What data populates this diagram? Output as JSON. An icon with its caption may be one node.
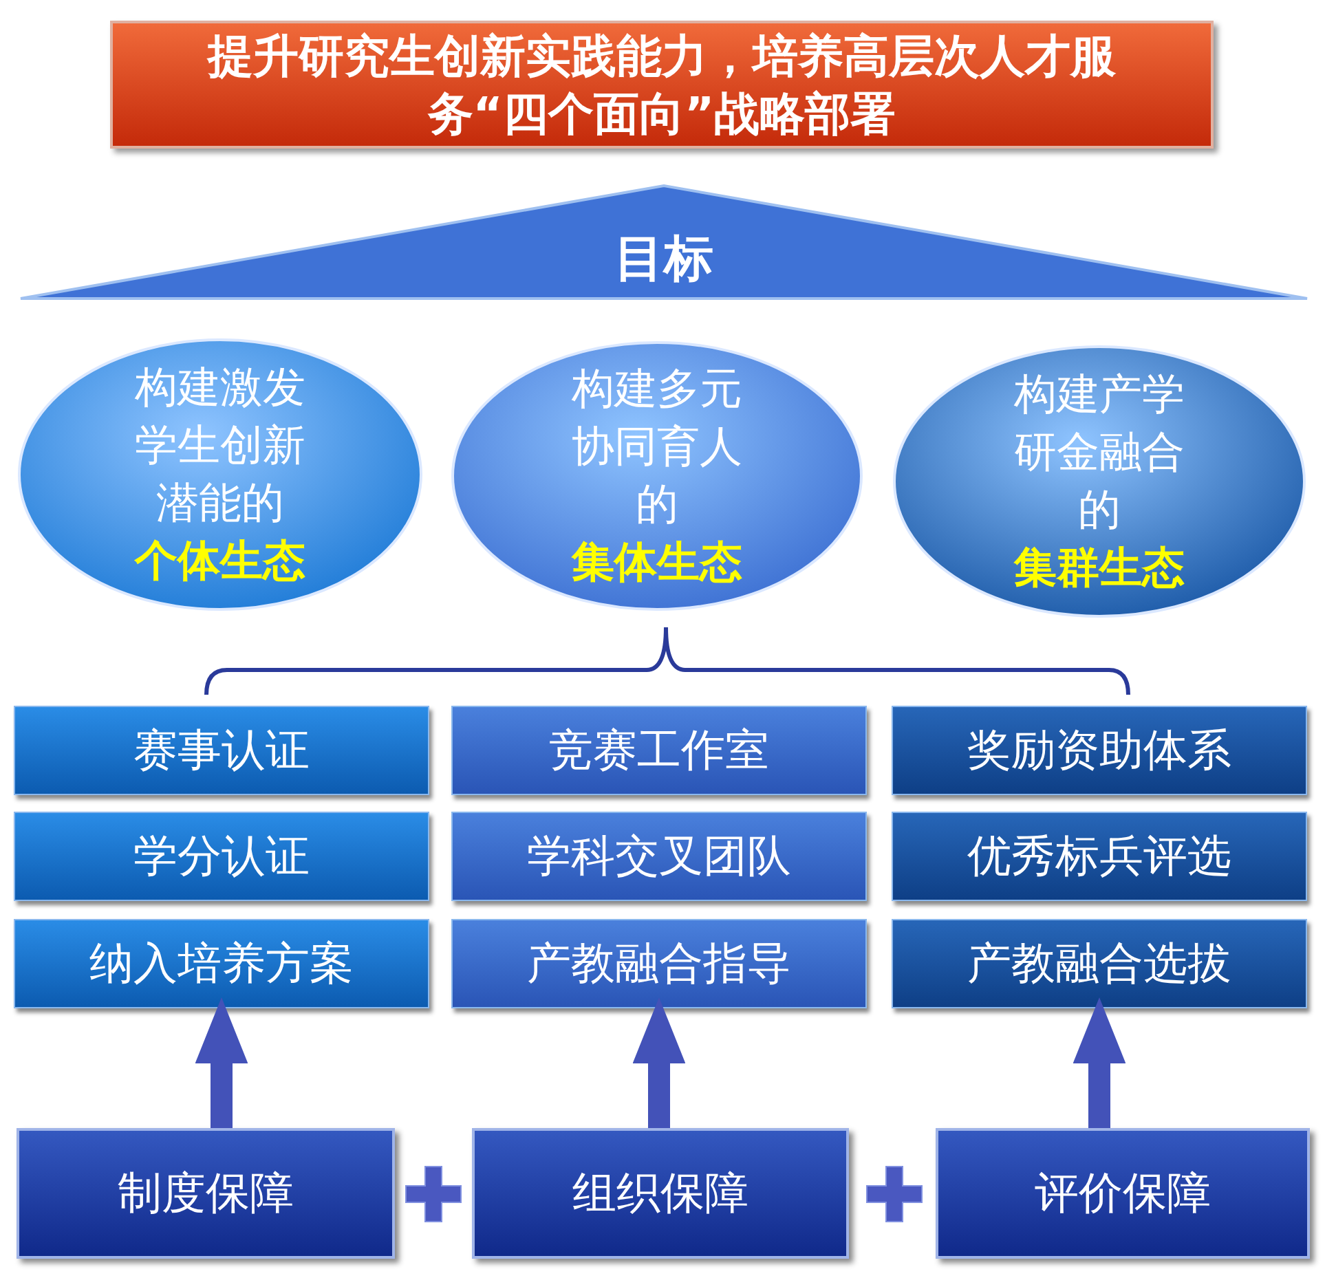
{
  "diagram": {
    "nodes": [
      {
        "text": [
          "提升研究生创新实践能力，培养高层次人才服务“四个面向”战略部署"
        ]
      },
      {
        "text": [
          "目标"
        ]
      },
      {
        "text": [
          "构建激发学生创新潜能的",
          "个体生态"
        ]
      },
      {
        "text": [
          "构建多元协同育人的",
          "集体生态"
        ]
      },
      {
        "text": [
          "构建产学研金融合的",
          "集群生态"
        ]
      },
      {
        "text": [
          "赛事认证"
        ]
      },
      {
        "text": [
          "竞赛工作室"
        ]
      },
      {
        "text": [
          "奖励资助体系"
        ]
      },
      {
        "text": [
          "学分认证"
        ]
      },
      {
        "text": [
          "学科交叉团队"
        ]
      },
      {
        "text": [
          "优秀标兵评选"
        ]
      },
      {
        "text": [
          "纳入培养方案"
        ]
      },
      {
        "text": [
          "产教融合指导"
        ]
      },
      {
        "text": [
          "产教融合选拔"
        ]
      },
      {
        "text": [
          "制度保障"
        ]
      },
      {
        "text": [
          "组织保障"
        ]
      },
      {
        "text": [
          "评价保障"
        ]
      }
    ],
    "edges": [
      {
        "from": 14,
        "to": 11,
        "arrow": "to"
      },
      {
        "from": 15,
        "to": 12,
        "arrow": "to"
      },
      {
        "from": 16,
        "to": 13,
        "arrow": "to"
      }
    ]
  }
}
